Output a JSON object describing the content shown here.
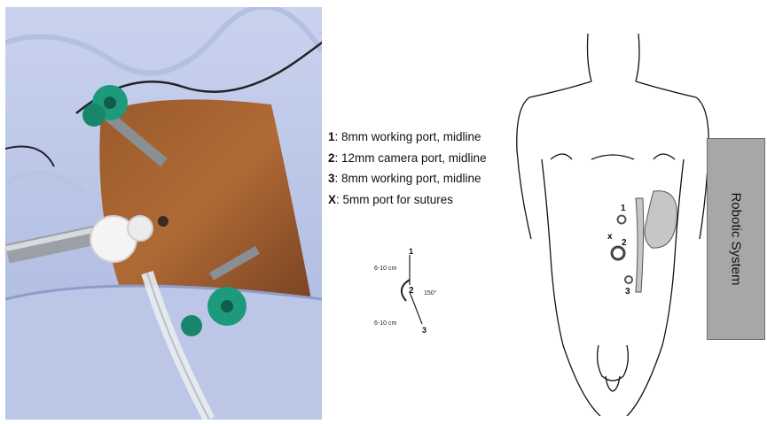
{
  "legend": [
    {
      "key": "1",
      "text": ": 8mm working port, midline"
    },
    {
      "key": "2",
      "text": ": 12mm camera port, midline"
    },
    {
      "key": "3",
      "text": ": 8mm working port, midline"
    },
    {
      "key": "X",
      "text": ": 5mm port for sutures"
    }
  ],
  "angle_diagram": {
    "port1": "1",
    "port2": "2",
    "port3": "3",
    "distance_top": "6-10 cm",
    "distance_bottom": "6-10 cm",
    "angle": "150°"
  },
  "body_labels": {
    "port1": "1",
    "port2": "2",
    "port3": "3",
    "suture_port": "x"
  },
  "robot_label": "Robotic System"
}
